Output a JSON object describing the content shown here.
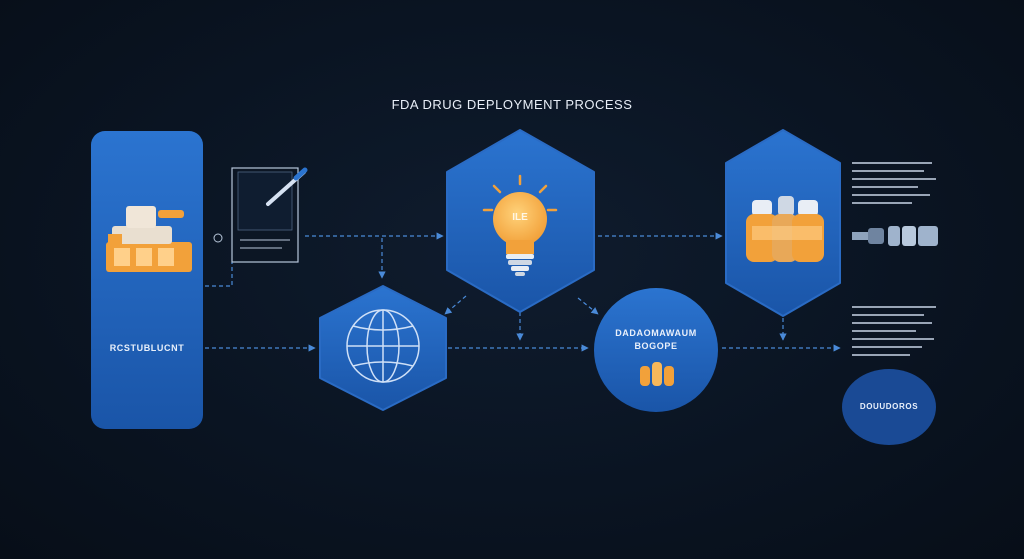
{
  "title": "FDA DRUG DEPLOYMENT PROCESS",
  "nodes": {
    "left_panel": {
      "label": "RCSTUBLUCNT"
    },
    "doc_icon": {
      "icon": "document-pen-icon"
    },
    "lightbulb": {
      "icon": "lightbulb-icon",
      "badge": "ILE"
    },
    "bottles": {
      "icon": "bottles-icon"
    },
    "globe": {
      "icon": "globe-icon"
    },
    "circle_node": {
      "line1": "DADAOMAWAUM",
      "line2": "BOGOPE"
    },
    "small_oval": {
      "label": "DOUUDOROS"
    }
  },
  "colors": {
    "node_blue": "#1f5fb8",
    "node_blue_light": "#2b74d0",
    "accent_orange": "#f2a13a",
    "background": "#0a1422",
    "connector": "#4a8ad8"
  }
}
